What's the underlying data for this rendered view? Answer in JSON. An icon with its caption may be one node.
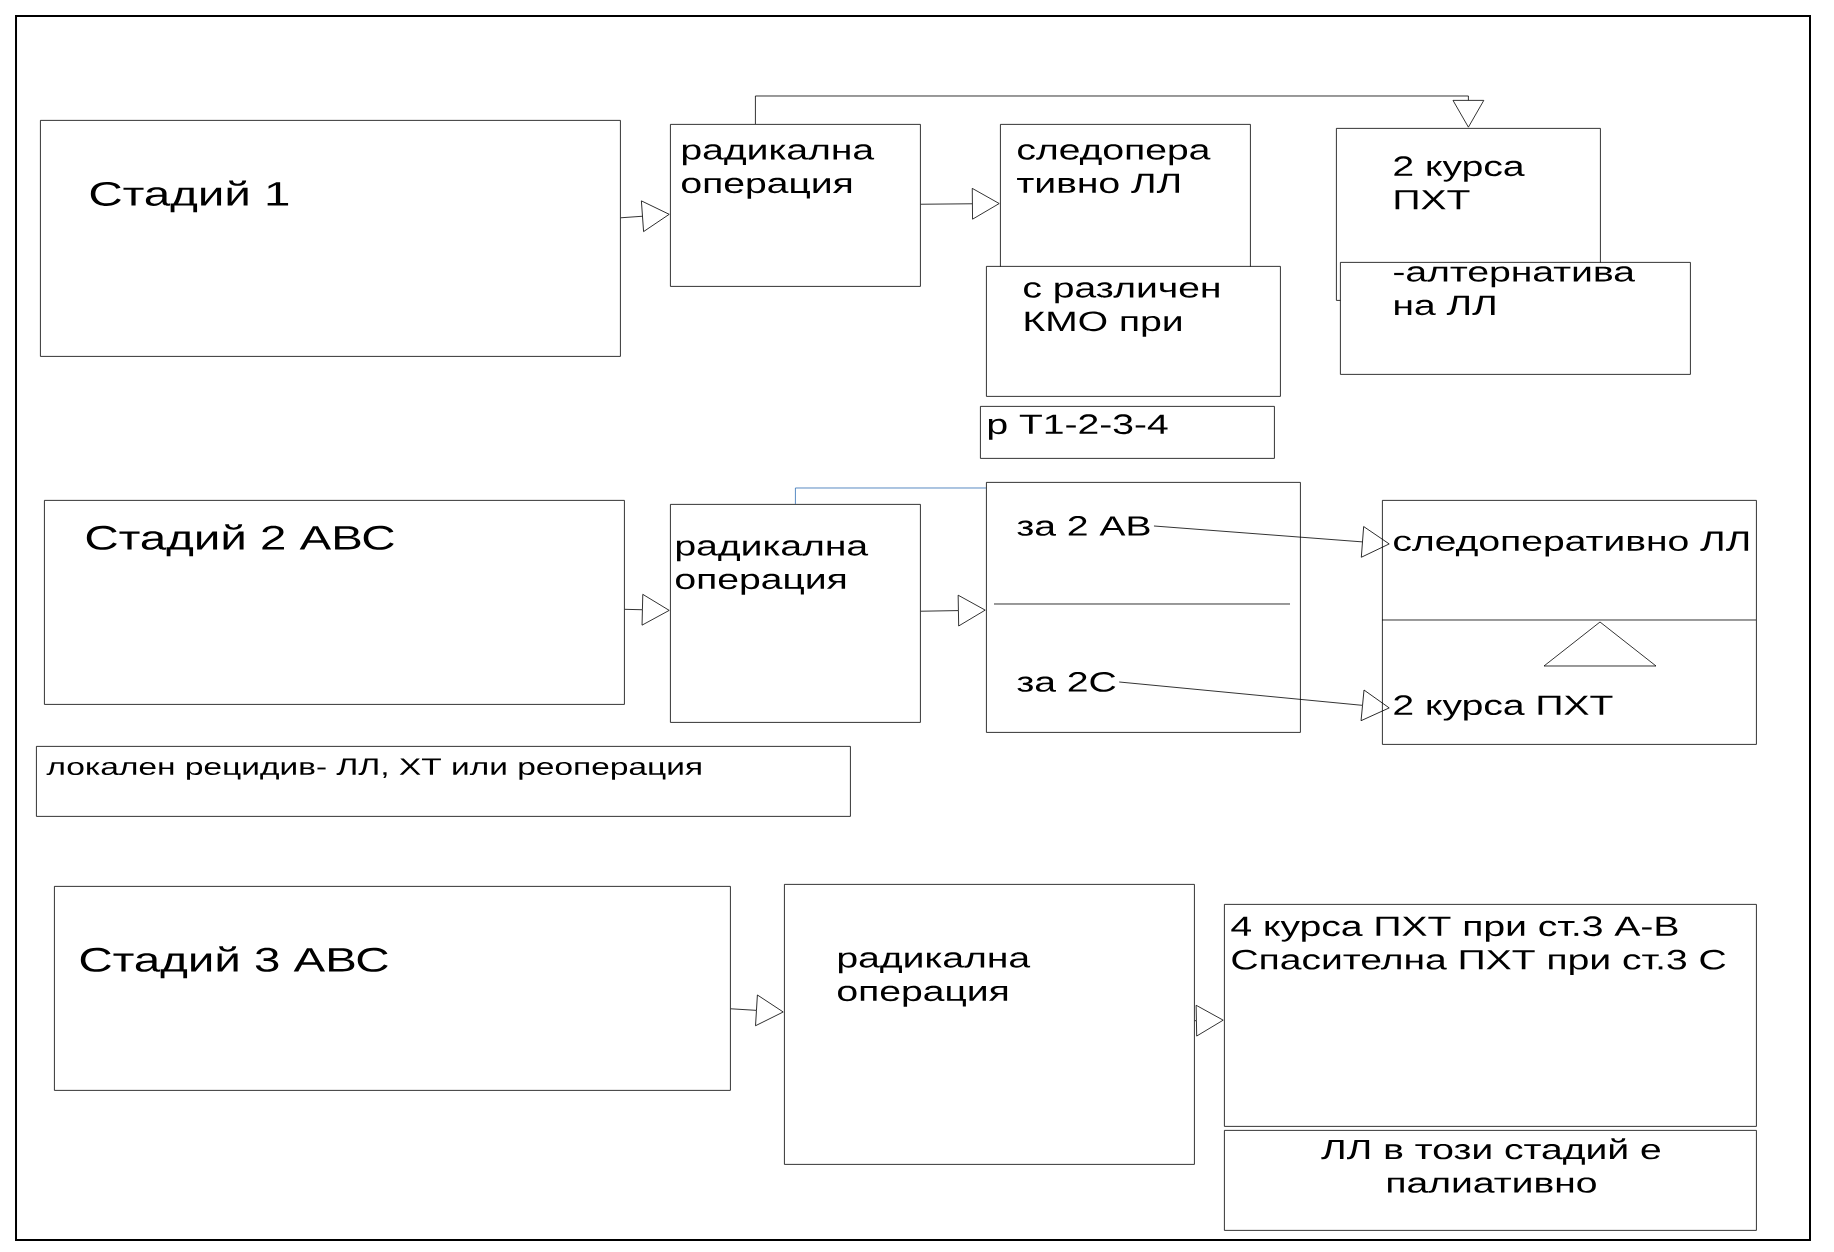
{
  "diagram": {
    "nodes": [
      {
        "text": [
          "Стадий 1"
        ]
      },
      {
        "text": [
          "радикална операция"
        ]
      },
      {
        "text": [
          "следопера тивно ЛЛ"
        ]
      },
      {
        "text": [
          "с различен КМО при"
        ]
      },
      {
        "text": [
          "р Т1-2-3-4"
        ]
      },
      {
        "text": [
          "2 курса ПХТ"
        ]
      },
      {
        "text": [
          "-алтернатива на ЛЛ"
        ]
      },
      {
        "text": [
          "Стадий 2 АВС"
        ]
      },
      {
        "text": [
          "радикална операция"
        ]
      },
      {
        "text": [],
        "shape": "box"
      },
      {
        "text": [
          "за 2 АВ"
        ],
        "in": 9
      },
      {
        "text": [
          "за 2С"
        ],
        "in": 9
      },
      {
        "text": [],
        "shape": "box"
      },
      {
        "text": [
          "следоперативно ЛЛ"
        ],
        "in": 12
      },
      {
        "text": [
          "2 курса ПХТ"
        ],
        "in": 12
      },
      {
        "text": [
          "локален рецидив- ЛЛ, ХТ или реоперация"
        ]
      },
      {
        "text": [
          "Стадий 3 АВС"
        ]
      },
      {
        "text": [
          "радикална операция"
        ]
      },
      {
        "text": [
          "4 курса ПХТ при ст.3 А-В Спасителна ПХТ при ст.3 С"
        ]
      },
      {
        "text": [
          "ЛЛ в този стадий е палиативно"
        ]
      }
    ],
    "edges": [
      {
        "from": 0,
        "to": 1,
        "arrow": "to"
      },
      {
        "from": 1,
        "to": 2,
        "arrow": "to"
      },
      {
        "from": 1,
        "to": 5,
        "arrow": "to"
      },
      {
        "from": 7,
        "to": 8,
        "arrow": "to"
      },
      {
        "from": 8,
        "to": 9,
        "arrow": "to"
      },
      {
        "from": 8,
        "to": 9,
        "arrow": "none",
        "color": "#2e6db4"
      },
      {
        "from": 10,
        "to": 13,
        "arrow": "to"
      },
      {
        "from": 11,
        "to": 14,
        "arrow": "to"
      },
      {
        "from": 16,
        "to": 17,
        "arrow": "to"
      },
      {
        "from": 17,
        "to": 18,
        "arrow": "to"
      }
    ]
  }
}
